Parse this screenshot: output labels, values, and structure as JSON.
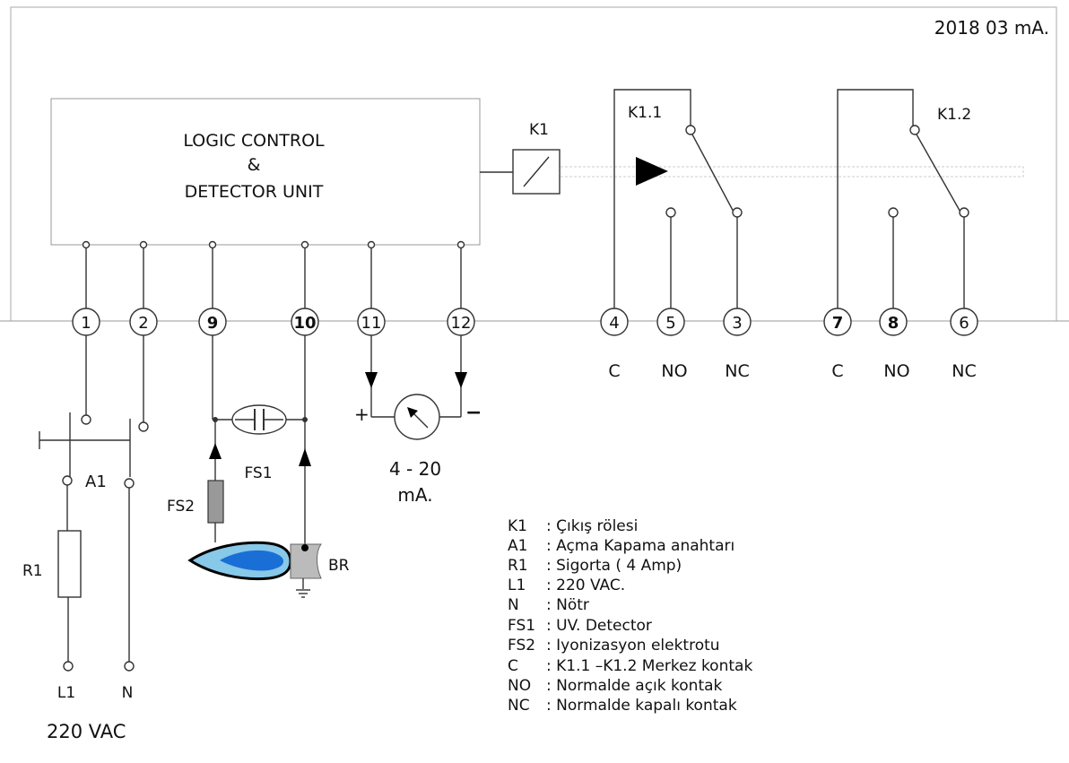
{
  "header": {
    "year_code": "2018   03 mA."
  },
  "unit": {
    "line1": "LOGIC CONTROL",
    "line2": "&",
    "line3": "DETECTOR UNIT"
  },
  "relay": {
    "coil_label": "K1",
    "contact1_label": "K1.1",
    "contact2_label": "K1.2"
  },
  "terminals": [
    "1",
    "2",
    "9",
    "10",
    "11",
    "12",
    "4",
    "5",
    "3",
    "7",
    "8",
    "6"
  ],
  "contact_labels": {
    "k11": {
      "c": "C",
      "no": "NO",
      "nc": "NC"
    },
    "k12": {
      "c": "C",
      "no": "NO",
      "nc": "NC"
    }
  },
  "power": {
    "switch_label": "A1",
    "fuse_label": "R1",
    "l1": "L1",
    "n": "N",
    "supply": "220   VAC"
  },
  "sensors": {
    "fs1": "FS1",
    "fs2": "FS2",
    "br": "BR"
  },
  "current_output": {
    "plus": "+",
    "minus": "−",
    "range_line1": "4 - 20",
    "range_line2": "mA."
  },
  "legend": [
    {
      "key": "K1",
      "desc": ": Çıkış rölesi"
    },
    {
      "key": "A1",
      "desc": ": Açma Kapama anahtarı"
    },
    {
      "key": "R1",
      "desc": ": Sigorta ( 4 Amp)"
    },
    {
      "key": "L1",
      "desc": ": 220 VAC."
    },
    {
      "key": "N",
      "desc": ": Nötr"
    },
    {
      "key": "FS1",
      "desc": ": UV. Detector"
    },
    {
      "key": "FS2",
      "desc": ": Iyonizasyon elektrotu"
    },
    {
      "key": "C",
      "desc": ": K1.1 –K1.2 Merkez kontak"
    },
    {
      "key": "NO",
      "desc": ": Normalde açık kontak"
    },
    {
      "key": "NC",
      "desc": ": Normalde kapalı kontak"
    }
  ]
}
